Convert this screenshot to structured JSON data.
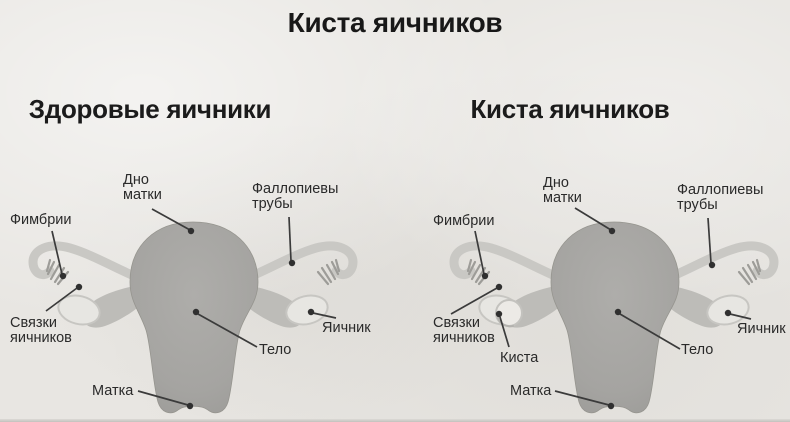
{
  "title": "Киста яичников",
  "panels": [
    {
      "subtitle": "Здоровые яичники",
      "labels": {
        "fundus": "Дно\nматки",
        "fallopian": "Фаллопиевы\nтрубы",
        "fimbriae": "Фимбрии",
        "ligament": "Связки\nяичников",
        "ovary": "Яичник",
        "body": "Тело",
        "uterus": "Матка"
      }
    },
    {
      "subtitle": "Киста яичников",
      "labels": {
        "fundus": "Дно\nматки",
        "fallopian": "Фаллопиевы\nтрубы",
        "fimbriae": "Фимбрии",
        "ligament": "Связки\nяичников",
        "cyst": "Киста",
        "ovary": "Яичник",
        "body": "Тело",
        "uterus": "Матка"
      }
    }
  ],
  "colors": {
    "background": "#e8e6e2",
    "text": "#1b1b1b",
    "uterus": "#a5a4a1",
    "tube": "#c9c8c4",
    "ovary": "#e7e6e2",
    "leader_line": "#3b3b3b"
  }
}
